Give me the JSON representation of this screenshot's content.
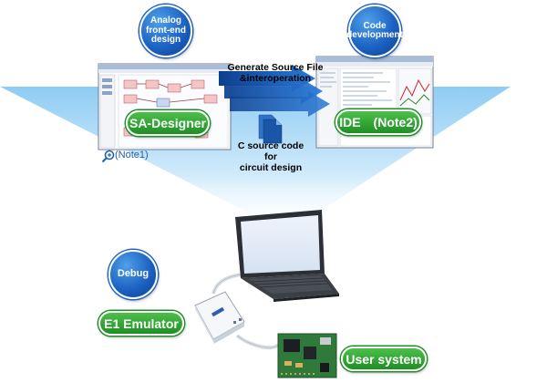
{
  "circles": {
    "analog": "Analog\nfront-end\ndesign",
    "code": "Code\ndevelopment",
    "debug": "Debug"
  },
  "pills": {
    "sa_designer": "SA-Designer",
    "ide": "IDE　(Note2)",
    "e1": "E1 Emulator",
    "user_system": "User system"
  },
  "arrow_label": "Generate Source File\n&interoperation",
  "csource_label": "C source code\nfor\ncircuit design",
  "note1": "(Note1)",
  "colors": {
    "circle_blue": "#1c63c4",
    "pill_green": "#2a9a2a",
    "cone_blue": "#9cd2f5"
  }
}
